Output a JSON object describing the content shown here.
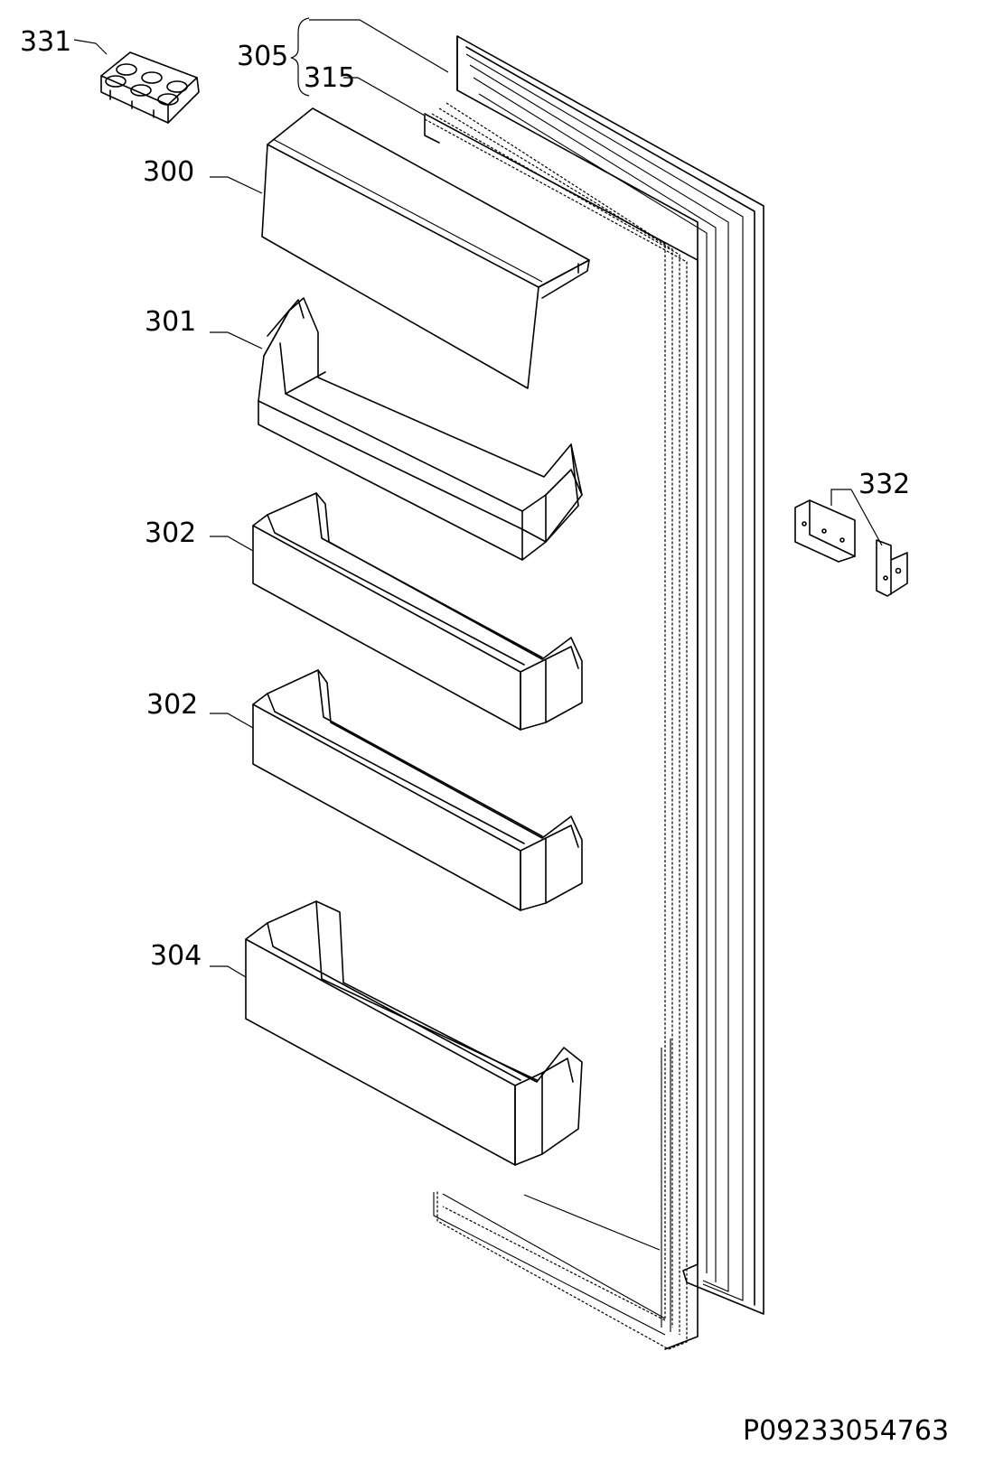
{
  "labels": {
    "p331": "331",
    "p305": "305",
    "p315": "315",
    "p300": "300",
    "p301": "301",
    "p302a": "302",
    "p302b": "302",
    "p304": "304",
    "p332": "332"
  },
  "reference_code": "P09233054763"
}
